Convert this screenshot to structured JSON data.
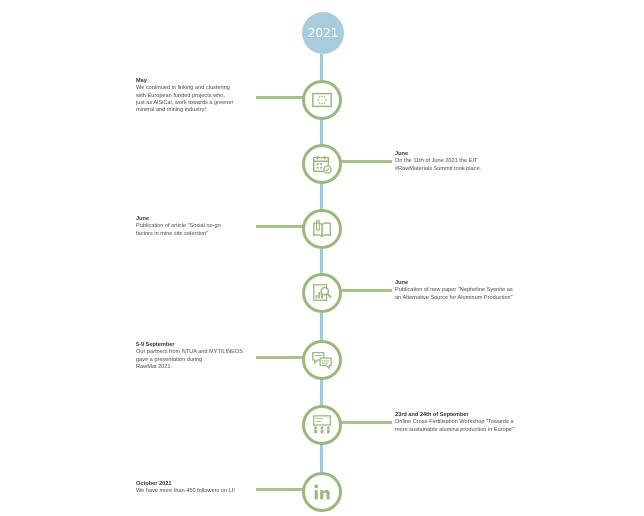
{
  "year": "2021",
  "colors": {
    "accent_green": "#98b97a",
    "spine_blue": "#9ccbe0",
    "year_fill": "#a7cddd"
  },
  "events": [
    {
      "side": "left",
      "icon": "eu-flag-icon",
      "label": "May",
      "text": [
        "We continued in linking and clustering",
        "with European funded projects who,",
        "just as AlSiCal, work towards a greener",
        "mineral and mining industry!"
      ]
    },
    {
      "side": "right",
      "icon": "calendar-icon",
      "label": "June",
      "text": [
        "On the 11th of June 2021 the EIT",
        "#RawMaterials Summit took place."
      ]
    },
    {
      "side": "left",
      "icon": "book-icon",
      "label": "June",
      "text": [
        "Publication of article \"Social no-go",
        "factors in mine site selection\""
      ]
    },
    {
      "side": "right",
      "icon": "magnifier-chart-icon",
      "label": "June",
      "text": [
        "Publication of new paper \"Nepheline Syenite as",
        "an Alternative Source for Aluminum Production\""
      ]
    },
    {
      "side": "left",
      "icon": "chat-icon",
      "label": "5-9 September",
      "text": [
        "Our partners from NTUA and MYTILINEOS",
        "gave a presentation during",
        "RawMat 2021."
      ]
    },
    {
      "side": "right",
      "icon": "workshop-icon",
      "label": "23rd and 24th of September",
      "text": [
        "Online Cross-Fertilisation Workshop \"Towards a",
        "more sustainable alumina production in Europe\""
      ]
    },
    {
      "side": "left",
      "icon": "linkedin-icon",
      "label": "October 2021",
      "text": [
        "We have more than 450 followers on LI!"
      ]
    }
  ]
}
